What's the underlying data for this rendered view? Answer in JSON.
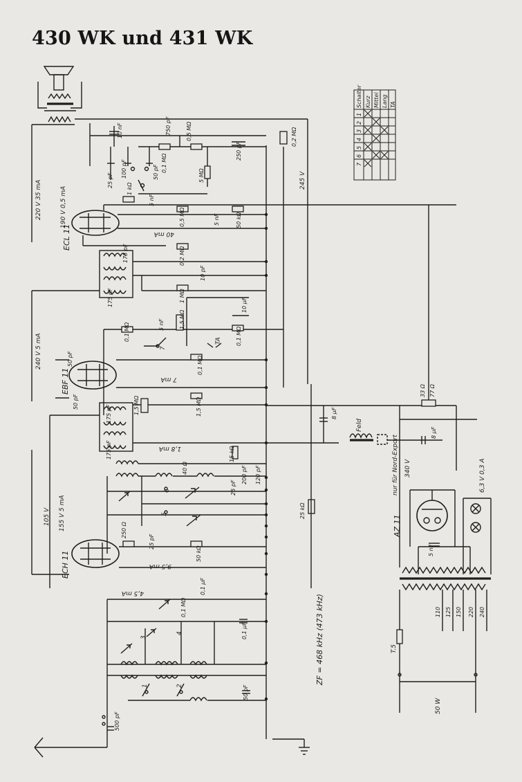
{
  "title": "430 WK und 431 WK",
  "switch_table": {
    "header_label": "Schalter",
    "header_numbers": [
      "1",
      "2",
      "3",
      "4",
      "5",
      "6",
      "7"
    ],
    "rows": [
      {
        "label": "Kurz",
        "marks": [
          1,
          0,
          1,
          0,
          1,
          0,
          1
        ]
      },
      {
        "label": "Mittel",
        "marks": [
          0,
          1,
          0,
          1,
          0,
          1,
          0
        ]
      },
      {
        "label": "Lang",
        "marks": [
          0,
          0,
          1,
          0,
          0,
          1,
          0
        ]
      },
      {
        "label": "TA",
        "marks": [
          0,
          0,
          0,
          0,
          0,
          0,
          0
        ]
      }
    ]
  },
  "tubes": [
    "ECL 11",
    "EBF 11",
    "ECH 11",
    "AZ 11"
  ],
  "labels": {
    "v_220_35": "220 V 35 mA",
    "v_190_05": "190 V 0,5 mA",
    "v_240_5": "240 V 5 mA",
    "v_105": "105 V",
    "v_155_5": "155 V 5 mA",
    "v_245": "245 V",
    "v_340": "340 V",
    "i_40": "40 mA",
    "i_7": "7 mA",
    "i_18": "1,8 mA",
    "i_95": "9,5 mA",
    "i_45": "4,5 mA",
    "zf": "ZF = 468 kHz (473 kHz)",
    "feld": "Feld",
    "nord_export": "nur für Nord-Export",
    "lamp": "6,3 V 0,3 A",
    "fuse": "T.5",
    "power": "50 W",
    "ta": "TA",
    "taps": [
      "110",
      "125",
      "150",
      "220",
      "240"
    ]
  },
  "components": {
    "c_10nf_top": "10 nF",
    "c_750pf": "750 pF",
    "r_05m": "0,5 MΩ",
    "c_250pf": "250 pF",
    "r_02m_top": "0,2 MΩ",
    "c_25pf": "25 pF",
    "c_100pf": "100 pF",
    "c_50pf_a": "50 pF",
    "r_01m_a": "0,1 MΩ",
    "r_5m": "5 MΩ",
    "r_1k": "1 kΩ",
    "c_5nf_a": "5 nF",
    "r_05m_b": "0,5 MΩ",
    "c_5nf_b": "5 nF",
    "r_50k_a": "50 kΩ",
    "c_175pf_a": "175 pF",
    "r_02m_b": "0,2 MΩ",
    "c_10pf": "10 pF",
    "c_175pf_b": "175 pF",
    "r_1m": "1 MΩ",
    "c_10uf": "10 µF",
    "r_01m_b": "0,1 MΩ",
    "c_5nf_c": "5 nF",
    "r_15m_a": "1,5 MΩ",
    "r_01m_c": "0,1 MΩ",
    "c_50pf_b": "50 pF",
    "r_01m_d": "0,1 MΩ",
    "c_50pf_c": "50 pF",
    "c_175pf_c": "175 pF",
    "r_15m_b": "1,5 MΩ",
    "r_15m_c": "1,5 MΩ",
    "r_33": "33 Ω",
    "r_77": "77 Ω",
    "c_8uf_a": "8 µF",
    "c_8uf_b": "8 µF",
    "c_175pf_d": "175 pF",
    "r_15k": "15 kΩ",
    "c_120pf": "120 pF",
    "r_40": "40 Ω",
    "c_25pf_b": "25 pF",
    "c_200pf": "200 pF",
    "r_25k": "25 kΩ",
    "r_250": "250 Ω",
    "c_25pf_c": "25 pF",
    "r_50k_b": "50 kΩ",
    "c_5nf_d": "5 nF",
    "c_01uf_a": "0,1 µF",
    "r_01m_e": "0,1 MΩ",
    "c_01uf_b": "0,1 µF",
    "c_50pf_d": "50 pF",
    "c_500pf": "500 pF"
  },
  "switch_numbers": [
    "1",
    "2",
    "3",
    "4",
    "5",
    "6",
    "7"
  ]
}
